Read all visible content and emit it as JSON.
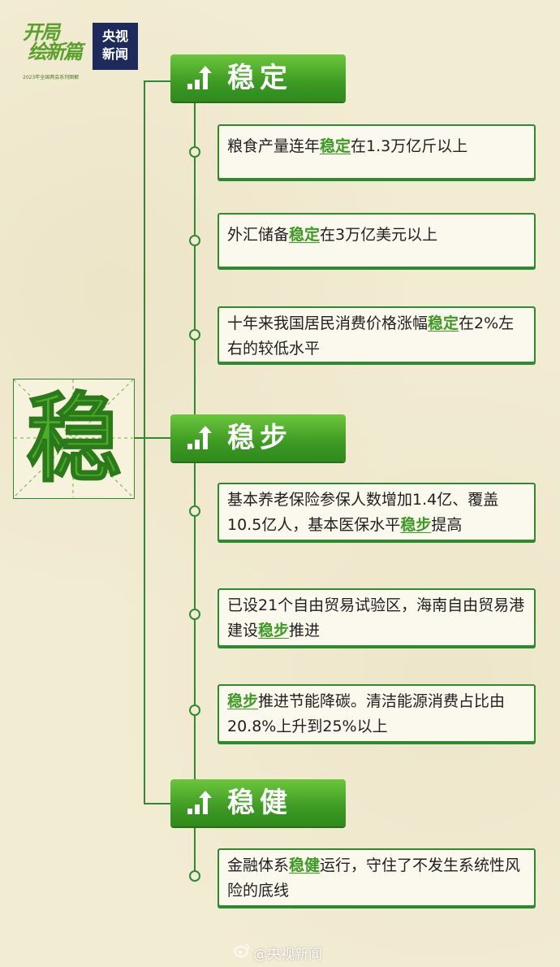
{
  "logo": {
    "title_line1": "开局",
    "title_line2": "绘新篇",
    "subtitle": "2023年全国两会系列图解"
  },
  "badge": {
    "line1": "央视",
    "line2": "新闻"
  },
  "big_char": "稳",
  "sections": [
    {
      "title": "稳定",
      "icon": "bar-chart-up-icon"
    },
    {
      "title": "稳步",
      "icon": "bar-chart-up-icon"
    },
    {
      "title": "稳健",
      "icon": "bar-chart-up-icon"
    }
  ],
  "items": [
    {
      "pre": "粮食产量连年",
      "hl": "稳定",
      "post": "在1.3万亿斤以上"
    },
    {
      "pre": "外汇储备",
      "hl": "稳定",
      "post": "在3万亿美元以上"
    },
    {
      "pre": "十年来我国居民消费价格涨幅",
      "hl": "稳定",
      "post": "在2%左右的较低水平"
    },
    {
      "pre": "基本养老保险参保人数增加1.4亿、覆盖10.5亿人，基本医保水平",
      "hl": "稳步",
      "post": "提高"
    },
    {
      "pre": "已设21个自由贸易试验区，海南自由贸易港建设",
      "hl": "稳步",
      "post": "推进"
    },
    {
      "pre": "",
      "hl": "稳步",
      "post": "推进节能降碳。清洁能源消费占比由20.8%上升到25%以上"
    },
    {
      "pre": "金融体系",
      "hl": "稳健",
      "post": "运行，守住了不发生系统性风险的底线"
    }
  ],
  "watermark": "@央视新闻",
  "colors": {
    "accent": "#3d9a23",
    "line": "#2e8a2e",
    "background": "#f2ecd3",
    "badge": "#1e2a5a"
  }
}
